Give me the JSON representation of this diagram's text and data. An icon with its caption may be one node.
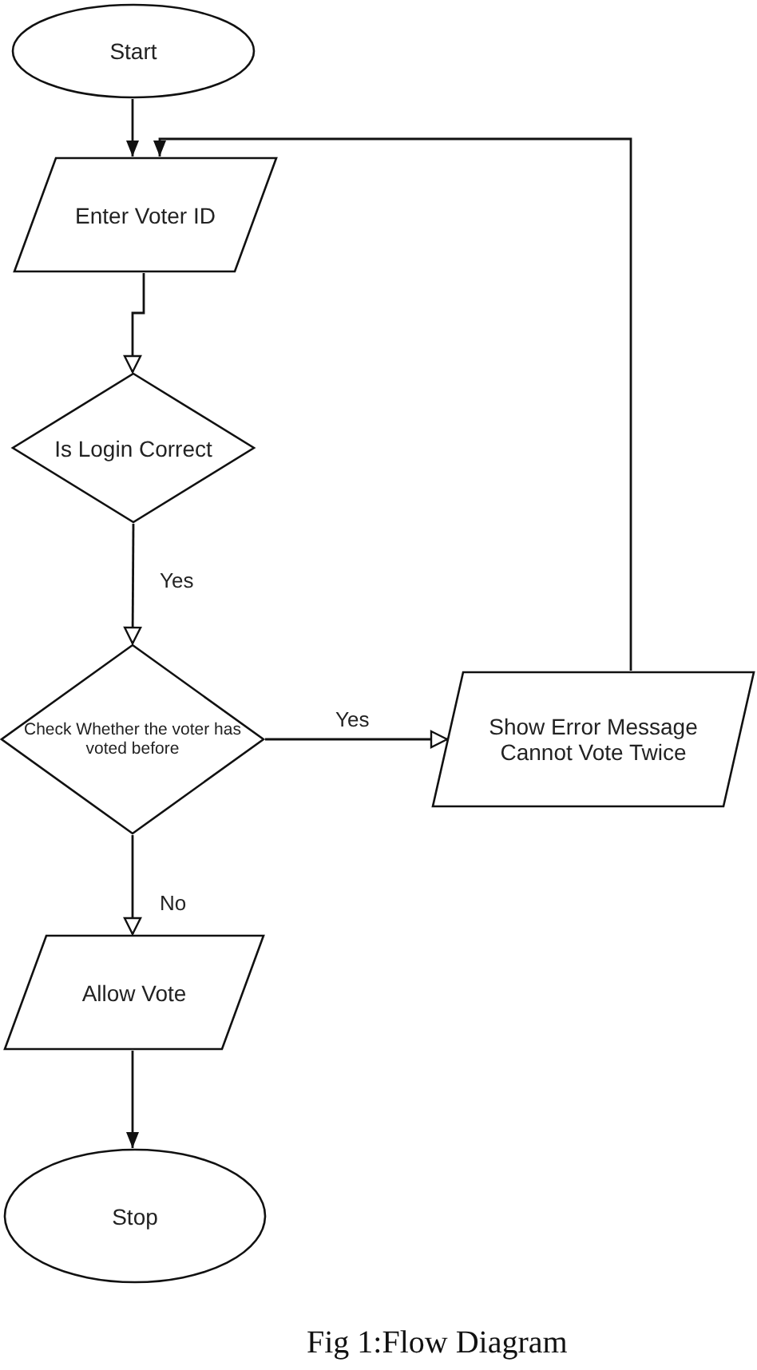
{
  "diagram": {
    "caption": "Fig 1:Flow Diagram",
    "nodes": [
      {
        "text": [
          "Start"
        ]
      },
      {
        "text": [
          "Enter Voter ID"
        ]
      },
      {
        "text": [
          "Is Login Correct"
        ]
      },
      {
        "text": [
          "Check Whether the voter has voted before"
        ]
      },
      {
        "text": [
          "Show Error Message Cannot Vote Twice"
        ]
      },
      {
        "text": [
          "Allow Vote"
        ]
      },
      {
        "text": [
          "Stop"
        ]
      }
    ],
    "edges": [
      {
        "from": 0,
        "to": 1,
        "arrow": "to"
      },
      {
        "from": 1,
        "to": 2,
        "arrow": "to"
      },
      {
        "from": 2,
        "to": 3,
        "arrow": "to",
        "label": "Yes"
      },
      {
        "from": 3,
        "to": 4,
        "arrow": "to",
        "label": "Yes"
      },
      {
        "from": 4,
        "to": 1,
        "arrow": "to"
      },
      {
        "from": 3,
        "to": 5,
        "arrow": "to",
        "label": "No"
      },
      {
        "from": 5,
        "to": 6,
        "arrow": "to"
      }
    ]
  }
}
